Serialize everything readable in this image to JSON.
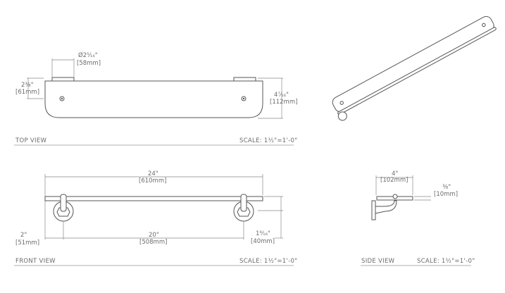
{
  "top_view": {
    "label": "TOP VIEW",
    "scale": "SCALE: 1½\"=1'-0\"",
    "dim_bracket_dia": "Ø2⁵⁄₁₆\"",
    "dim_bracket_dia_mm": "[58mm]",
    "dim_screw_offset": "2⅜\"",
    "dim_screw_offset_mm": "[61mm]",
    "dim_depth": "4⁷⁄₁₆\"",
    "dim_depth_mm": "[112mm]"
  },
  "front_view": {
    "label": "FRONT VIEW",
    "scale": "SCALE: 1½\"=1'-0\"",
    "dim_length": "24\"",
    "dim_length_mm": "[610mm]",
    "dim_centers": "20\"",
    "dim_centers_mm": "[508mm]",
    "dim_end_offset": "2\"",
    "dim_end_offset_mm": "[51mm]",
    "dim_height": "1⁹⁄₁₆\"",
    "dim_height_mm": "[40mm]"
  },
  "side_view": {
    "label": "SIDE VIEW",
    "scale": "SCALE: 1½\"=1'-0\"",
    "dim_depth": "4\"",
    "dim_depth_mm": "[102mm]",
    "dim_thickness": "⅜\"",
    "dim_thickness_mm": "[10mm]"
  }
}
